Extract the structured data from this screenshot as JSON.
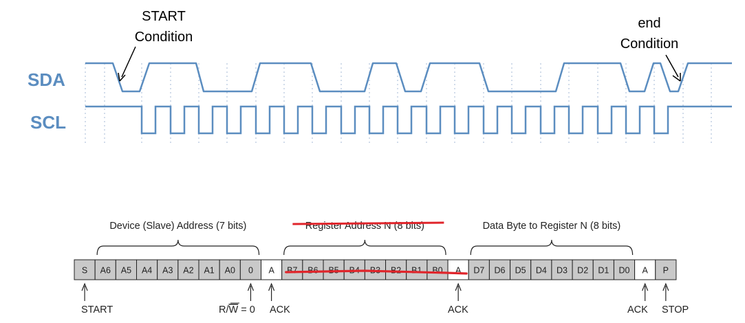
{
  "timing_diagram": {
    "start_annotation": [
      "START",
      "Condition"
    ],
    "end_annotation": [
      "end",
      "Condition"
    ],
    "signals": [
      {
        "name": "SDA"
      },
      {
        "name": "SCL"
      }
    ],
    "colors": {
      "signal": "#5b8dc0",
      "label": "#5b8dc0",
      "grid": "#b8c8de"
    }
  },
  "frame_diagram": {
    "groups": [
      {
        "label": "Device (Slave) Address (7 bits)",
        "struck": false
      },
      {
        "label": "Register Address N (8 bits)",
        "struck": true
      },
      {
        "label": "Data Byte to Register N (8 bits)",
        "struck": false
      }
    ],
    "cells": [
      {
        "label": "S",
        "fill": "gray",
        "struck": false
      },
      {
        "label": "A6",
        "fill": "gray",
        "struck": false
      },
      {
        "label": "A5",
        "fill": "gray",
        "struck": false
      },
      {
        "label": "A4",
        "fill": "gray",
        "struck": false
      },
      {
        "label": "A3",
        "fill": "gray",
        "struck": false
      },
      {
        "label": "A2",
        "fill": "gray",
        "struck": false
      },
      {
        "label": "A1",
        "fill": "gray",
        "struck": false
      },
      {
        "label": "A0",
        "fill": "gray",
        "struck": false
      },
      {
        "label": "0",
        "fill": "gray",
        "struck": false
      },
      {
        "label": "A",
        "fill": "white",
        "struck": false
      },
      {
        "label": "B7",
        "fill": "gray",
        "struck": true
      },
      {
        "label": "B6",
        "fill": "gray",
        "struck": true
      },
      {
        "label": "B5",
        "fill": "gray",
        "struck": true
      },
      {
        "label": "B4",
        "fill": "gray",
        "struck": true
      },
      {
        "label": "B3",
        "fill": "gray",
        "struck": true
      },
      {
        "label": "B2",
        "fill": "gray",
        "struck": true
      },
      {
        "label": "B1",
        "fill": "gray",
        "struck": true
      },
      {
        "label": "B0",
        "fill": "gray",
        "struck": true
      },
      {
        "label": "A",
        "fill": "white",
        "struck": false
      },
      {
        "label": "D7",
        "fill": "gray",
        "struck": false
      },
      {
        "label": "D6",
        "fill": "gray",
        "struck": false
      },
      {
        "label": "D5",
        "fill": "gray",
        "struck": false
      },
      {
        "label": "D4",
        "fill": "gray",
        "struck": false
      },
      {
        "label": "D3",
        "fill": "gray",
        "struck": false
      },
      {
        "label": "D2",
        "fill": "gray",
        "struck": false
      },
      {
        "label": "D1",
        "fill": "gray",
        "struck": false
      },
      {
        "label": "D0",
        "fill": "gray",
        "struck": false
      },
      {
        "label": "A",
        "fill": "white",
        "struck": false
      },
      {
        "label": "P",
        "fill": "gray",
        "struck": false
      }
    ],
    "markers": [
      {
        "label": "START"
      },
      {
        "label_prefix": "R/",
        "label_overlined": "W",
        "label_suffix": " = 0"
      },
      {
        "label": "ACK"
      },
      {
        "label": "ACK"
      },
      {
        "label": "ACK"
      },
      {
        "label": "STOP"
      }
    ],
    "colors": {
      "cell_gray": "#c9c9c9",
      "cell_white": "#ffffff",
      "strike": "#e0252b",
      "ink": "#222222"
    }
  }
}
